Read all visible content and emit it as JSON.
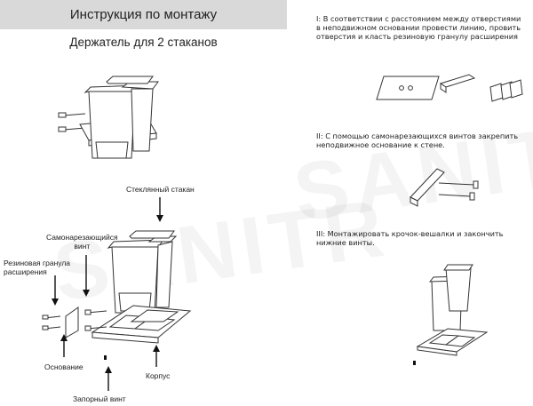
{
  "header": {
    "title": "Инструкция по монтажу"
  },
  "subtitle": "Держатель для 2 стаканов",
  "watermark": "SANITR",
  "labels": {
    "glass": "Стеклянный стакан",
    "screw_line1": "Самонарезающийся",
    "screw_line2": "винт",
    "plug_line1": "Резиновая гранула",
    "plug_line2": "расширения",
    "base": "Основание",
    "body": "Корпус",
    "lock_screw": "Запорный винт"
  },
  "steps": [
    {
      "text": "I: В соответствии с расстоянием между отверстиями в неподвижном основании провести линию, провить отверстия и класть резиновую гранулу расширения"
    },
    {
      "text": "II: С помощью самонарезающихся винтов закрепить неподвижное основание к стене."
    },
    {
      "text": "III: Монтажировать крочок-вешалки и закончить нижние винты."
    }
  ]
}
